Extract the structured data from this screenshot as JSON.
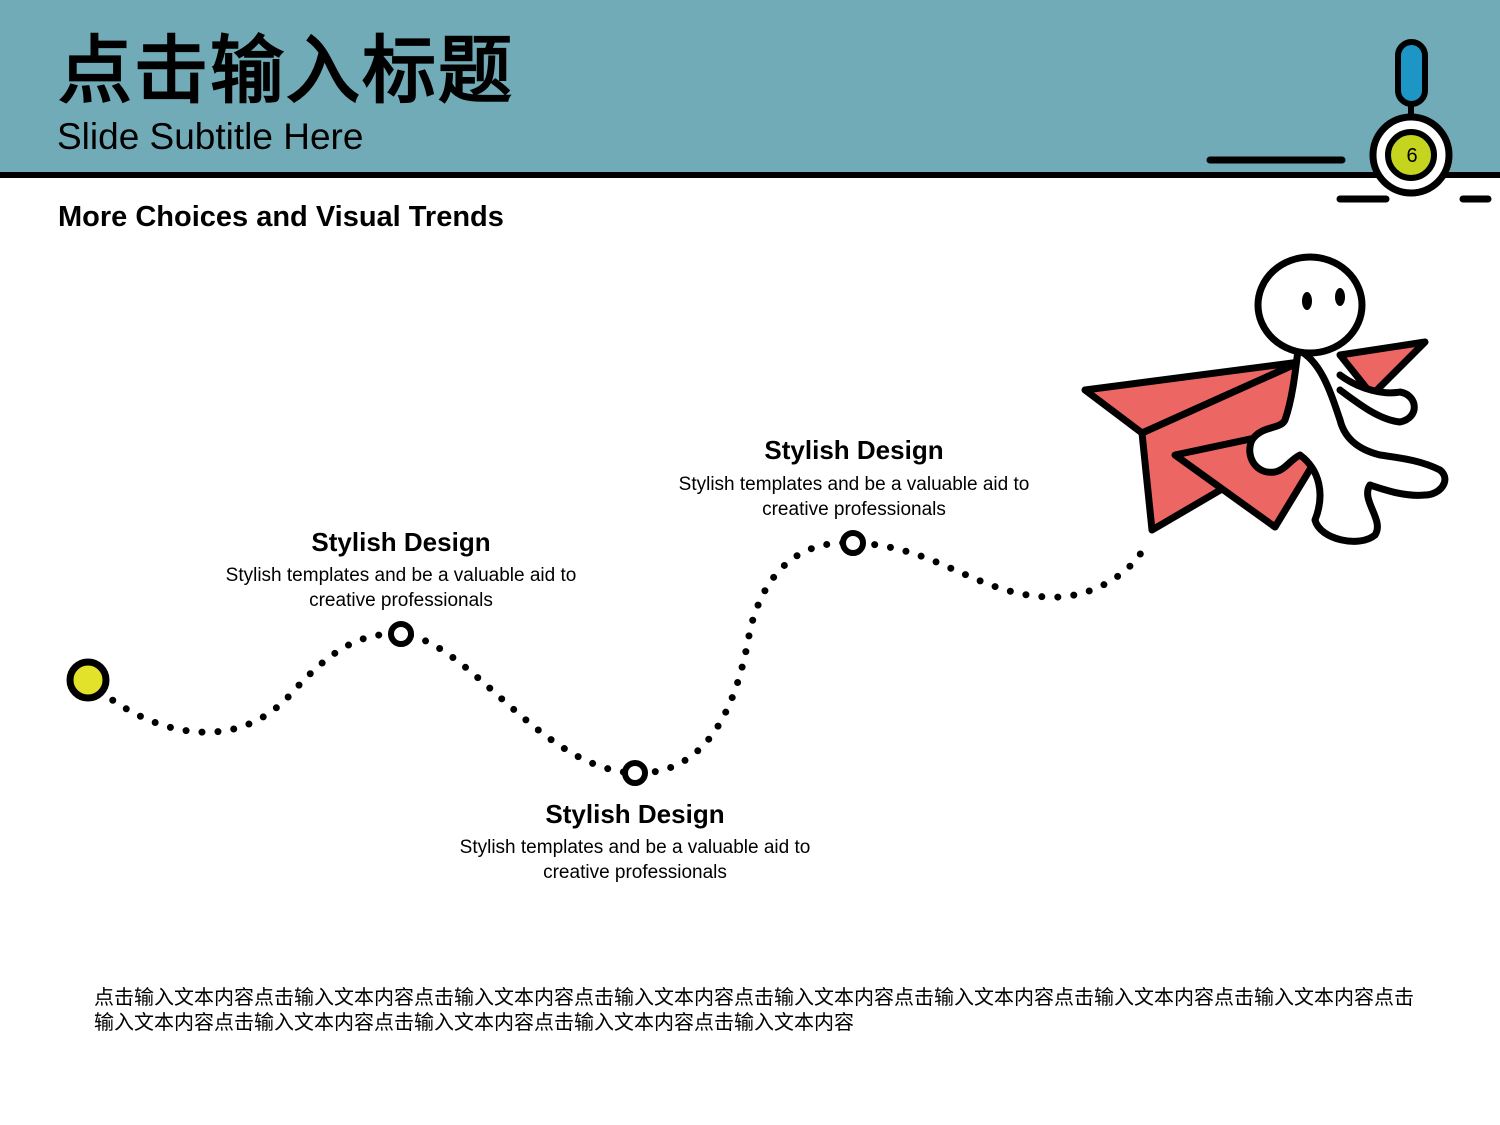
{
  "header": {
    "title": "点击输入标题",
    "subtitle": "Slide Subtitle Here",
    "page_number": "6"
  },
  "section_heading": "More Choices and Visual Trends",
  "milestones": [
    {
      "title": "Stylish Design",
      "description": "Stylish templates and be a valuable aid to creative professionals"
    },
    {
      "title": "Stylish Design",
      "description": "Stylish templates and be a valuable aid to creative professionals"
    },
    {
      "title": "Stylish Design",
      "description": "Stylish templates and be a valuable aid to creative professionals"
    }
  ],
  "footer_text": "点击输入文本内容点击输入文本内容点击输入文本内容点击输入文本内容点击输入文本内容点击输入文本内容点击输入文本内容点击输入文本内容点击输入文本内容点击输入文本内容点击输入文本内容点击输入文本内容点击输入文本内容",
  "colors": {
    "header_bg": "#71abb7",
    "accent_yellow": "#e2e22a",
    "page_badge": "#c4d41f",
    "plane_red": "#ec6764",
    "knob_blue": "#1d96c6",
    "ink": "#000000"
  },
  "icons": [
    "start-dot-icon",
    "milestone-node-icon",
    "paper-plane-icon",
    "stick-figure-icon",
    "magnifier-badge-icon"
  ]
}
